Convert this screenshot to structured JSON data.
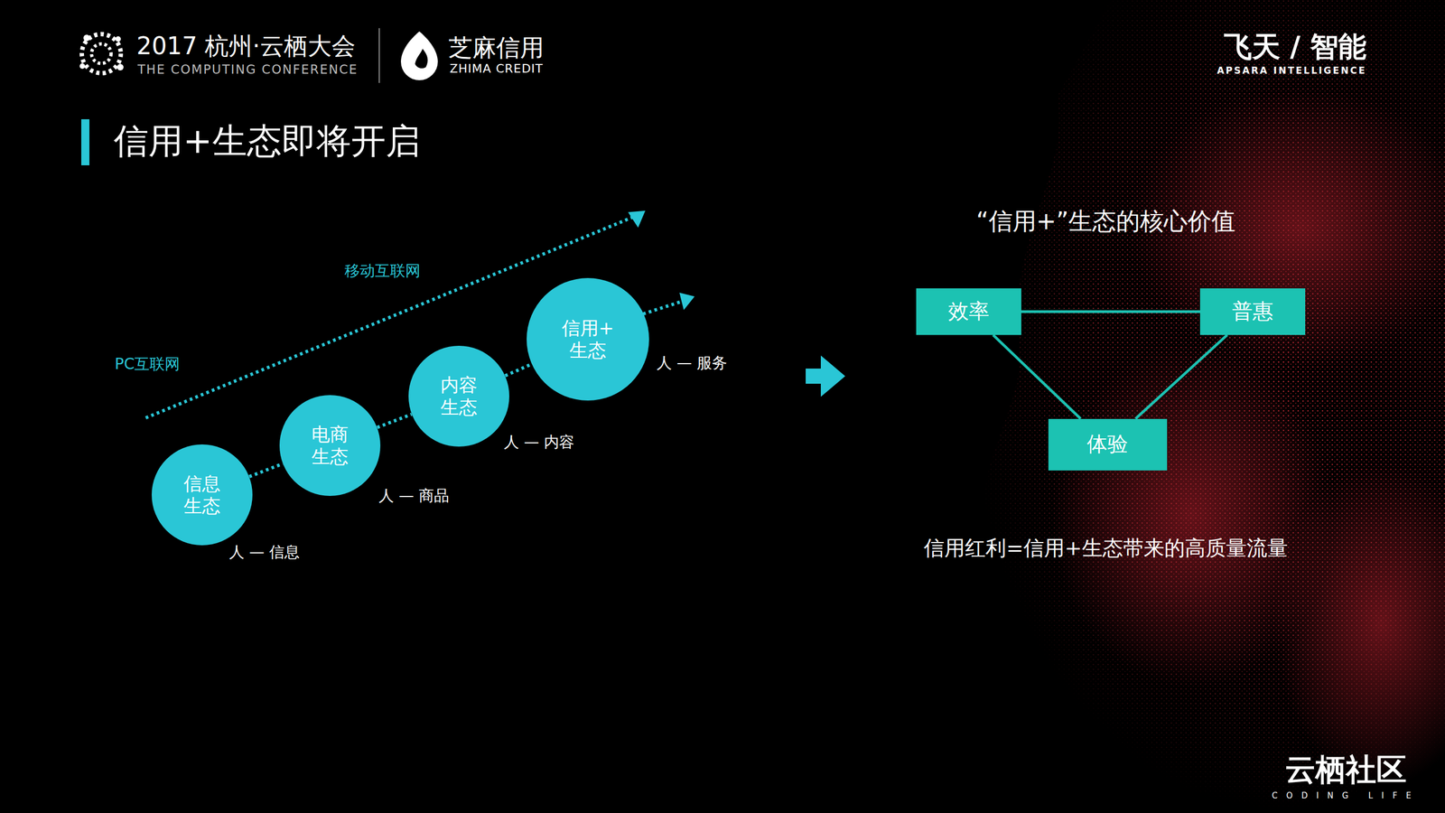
{
  "diagram": {
    "title": "信用+生态即将开启",
    "nodes": [
      {
        "text": [
          "信息 生态"
        ]
      },
      {
        "text": [
          "电商 生态"
        ]
      },
      {
        "text": [
          "内容 生态"
        ]
      },
      {
        "text": [
          "信用+ 生态"
        ]
      },
      {
        "text": [
          "效率"
        ]
      },
      {
        "text": [
          "普惠"
        ]
      },
      {
        "text": [
          "体验"
        ]
      }
    ],
    "edges": [
      {
        "from": 0,
        "to": 1,
        "arrow": "none"
      },
      {
        "from": 1,
        "to": 2,
        "arrow": "none"
      },
      {
        "from": 2,
        "to": 3,
        "arrow": "none"
      },
      {
        "from": 4,
        "to": 5,
        "arrow": "none"
      },
      {
        "from": 4,
        "to": 6,
        "arrow": "none"
      },
      {
        "from": 5,
        "to": 6,
        "arrow": "none"
      }
    ],
    "labels": [
      "2017 杭州·云栖大会",
      "THE COMPUTING CONFERENCE",
      "芝麻信用",
      "ZHIMA CREDIT",
      "飞天 / 智能",
      "APSARA INTELLIGENCE",
      "移动互联网",
      "PC互联网",
      "人 — 信息",
      "人 — 商品",
      "人 — 内容",
      "人 — 服务",
      "“信用+”生态的核心价值",
      "信用红利=信用+生态带来的高质量流量",
      "云栖社区",
      "CODING LIFE"
    ]
  }
}
